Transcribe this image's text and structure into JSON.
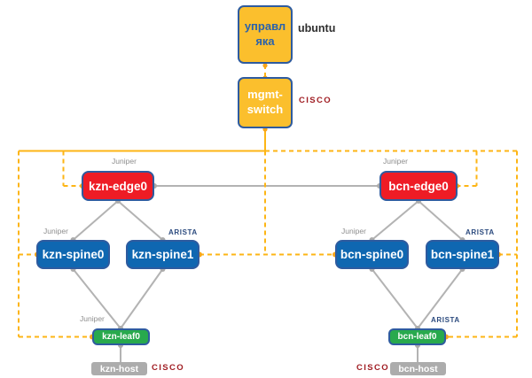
{
  "diagram_type": "network-topology",
  "colors": {
    "mgmt_node_fill": "#FBBF2D",
    "edge_node_fill": "#EE1C25",
    "spine_node_fill": "#0F67B1",
    "leaf_node_fill": "#28A94D",
    "host_node_fill": "#ACACAC",
    "node_border": "#2E5B9F",
    "mgmt_link": "#FDB515",
    "mgmt_dot": "#F7A51C",
    "data_link": "#B3B3B3",
    "data_dot": "#ABABAB",
    "mgmt_server_text": "#2A62AC",
    "cisco_label": "#A01D23",
    "arista_label": "#2B4A7E",
    "juniper_label": "#8E8E8E",
    "ubuntu_label": "#2F2F2F"
  },
  "nodes": {
    "mgmt_server": {
      "line1": "управл",
      "line2": "яка",
      "vendor": "ubuntu"
    },
    "mgmt_switch": {
      "line1": "mgmt-",
      "line2": "switch",
      "vendor": "CISCO"
    },
    "kzn_edge0": {
      "label": "kzn-edge0",
      "vendor": "Juniper"
    },
    "bcn_edge0": {
      "label": "bcn-edge0",
      "vendor": "Juniper"
    },
    "kzn_spine0": {
      "label": "kzn-spine0",
      "vendor": "Juniper"
    },
    "kzn_spine1": {
      "label": "kzn-spine1",
      "vendor": "ARISTA"
    },
    "bcn_spine0": {
      "label": "bcn-spine0",
      "vendor": "Juniper"
    },
    "bcn_spine1": {
      "label": "bcn-spine1",
      "vendor": "ARISTA"
    },
    "kzn_leaf0": {
      "label": "kzn-leaf0",
      "vendor": "Juniper"
    },
    "bcn_leaf0": {
      "label": "bcn-leaf0",
      "vendor": "ARISTA"
    },
    "kzn_host": {
      "label": "kzn-host",
      "vendor": "CISCO"
    },
    "bcn_host": {
      "label": "bcn-host",
      "vendor": "CISCO"
    }
  }
}
